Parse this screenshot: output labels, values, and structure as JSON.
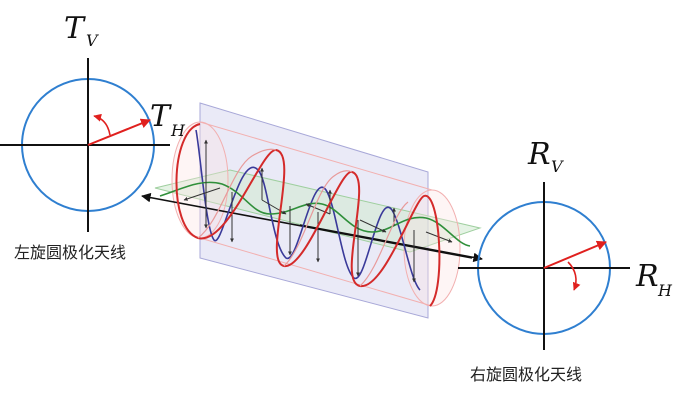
{
  "labels": {
    "tv_main": "T",
    "tv_sub": "V",
    "th_main": "T",
    "th_sub": "H",
    "rv_main": "R",
    "rv_sub": "V",
    "rh_main": "R",
    "rh_sub": "H",
    "left_caption": "左旋圆极化天线",
    "right_caption": "右旋圆极化天线"
  },
  "colors": {
    "circle": "#2f7fd0",
    "axis": "#111111",
    "vector": "#e0201e",
    "helix": "#d42a2a",
    "wave_v": "#3a3a9a",
    "wave_h": "#2f8f3a",
    "plane_v": "#b8b8e0",
    "plane_h": "#bfe0bf"
  }
}
